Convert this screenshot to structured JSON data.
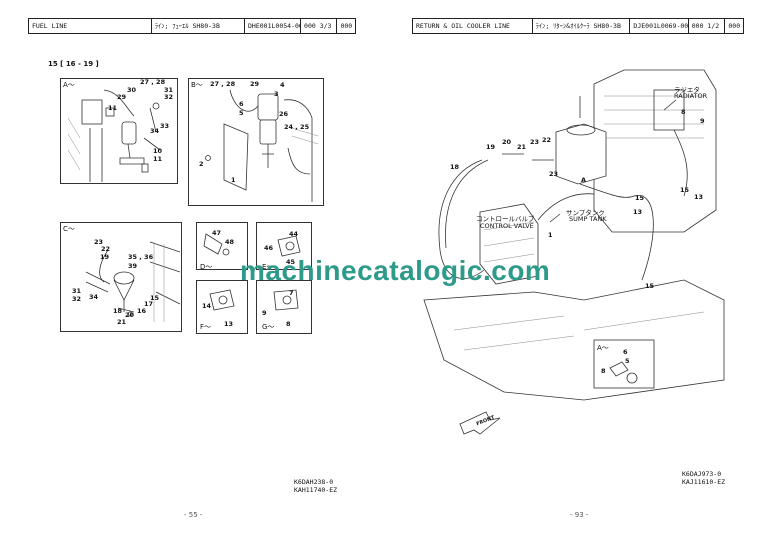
{
  "left_page": {
    "header": {
      "title": "FUEL LINE",
      "model_jp": "ﾗｲﾝ; ﾌｭｰｴﾙ SH80-3B",
      "code": "DHE001L0054-00",
      "pages": "000  3/3",
      "rev": "000"
    },
    "section": "15 [ 16 - 19 ]",
    "view_a": {
      "label": "A～",
      "callouts": [
        "27 , 28",
        "30",
        "31",
        "32",
        "29",
        "11",
        "34",
        "33",
        "10",
        "11"
      ]
    },
    "view_b": {
      "label": "B～",
      "callouts": [
        "27 , 28",
        "29",
        "4",
        "3",
        "6",
        "5",
        "26",
        "24 , 25",
        "2",
        "1"
      ]
    },
    "view_c": {
      "label": "C～",
      "callouts": [
        "23",
        "22",
        "19",
        "35 , 36",
        "39",
        "31",
        "32",
        "34",
        "18",
        "21",
        "20",
        "16",
        "17",
        "15"
      ]
    },
    "view_d": {
      "label": "D～",
      "callouts": [
        "47",
        "48"
      ]
    },
    "view_e": {
      "label": "E～",
      "callouts": [
        "44",
        "46",
        "45"
      ]
    },
    "view_f": {
      "label": "F～",
      "callouts": [
        "14",
        "13"
      ]
    },
    "view_g": {
      "label": "G～",
      "callouts": [
        "7",
        "9",
        "8"
      ]
    },
    "footer": {
      "line1": "K6DAH238-0",
      "line2": "KAH11740-EZ"
    },
    "page_number": "- 55 -"
  },
  "right_page": {
    "header": {
      "title": "RETURN & OIL COOLER LINE",
      "model_jp": "ﾗｲﾝ; ﾘﾀｰﾝ&ｵｲﾙｸｰﾗ SH80-3B",
      "code": "DJE001L0069-00",
      "pages": "000  1/2",
      "rev": "000"
    },
    "labels": {
      "radiator_jp": "ラジエタ",
      "radiator": "RADIATOR",
      "sump_jp": "サンプタンク",
      "sump": "SUMP TANK",
      "valve_jp": "コントロールバルブ",
      "valve": "CONTROL VALVE",
      "front": "FRONT"
    },
    "callouts": [
      "19",
      "20",
      "21",
      "23",
      "22",
      "18",
      "23",
      "A",
      "8",
      "9",
      "15",
      "13",
      "15",
      "13",
      "1",
      "15"
    ],
    "view_a": {
      "label": "A～",
      "callouts": [
        "6",
        "5",
        "8"
      ]
    },
    "footer": {
      "line1": "K6DAJ973-0",
      "line2": "KAJ11610-EZ"
    },
    "page_number": "- 93 -"
  },
  "watermark": "machinecatalogic.com"
}
